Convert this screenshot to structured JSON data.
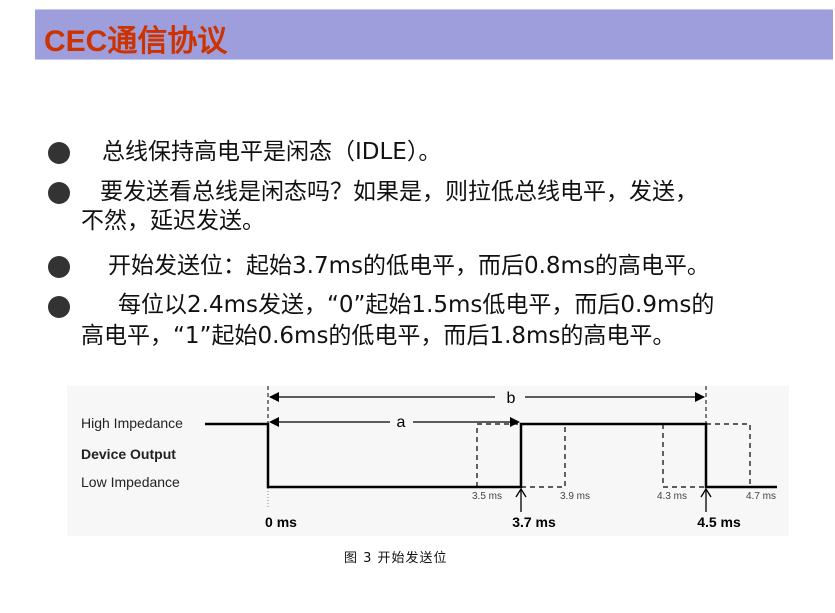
{
  "slide": {
    "title": "CEC通信协议",
    "title_color": "#cc3300",
    "title_bar_color": "#9e9edd"
  },
  "bullets": [
    {
      "icon": "bullet-circle-icon",
      "lines": [
        "总线保持高电平是闲态（IDLE）。"
      ]
    },
    {
      "icon": "bullet-circle-icon",
      "lines": [
        "要发送看总线是闲态吗？如果是，则拉低总线电平，发送，",
        "不然，延迟发送。"
      ]
    },
    {
      "icon": "bullet-circle-icon",
      "lines": [
        "开始发送位：起始3.7ms的低电平，而后0.8ms的高电平。"
      ]
    },
    {
      "icon": "bullet-circle-icon",
      "lines": [
        "每位以2.4ms发送，“0”起始1.5ms低电平，而后0.9ms的",
        "高电平，“1”起始0.6ms的低电平，而后1.8ms的高电平。"
      ]
    }
  ],
  "diagram": {
    "labels": {
      "high": "High Impedance",
      "output": "Device Output",
      "low": "Low Impedance"
    },
    "interval_a": "a",
    "interval_b": "b",
    "major_ticks": [
      "0 ms",
      "3.7 ms",
      "4.5 ms"
    ],
    "minor_ticks": [
      "3.5 ms",
      "3.9 ms",
      "4.3 ms",
      "4.7 ms"
    ],
    "caption": "图 3  开始发送位"
  }
}
